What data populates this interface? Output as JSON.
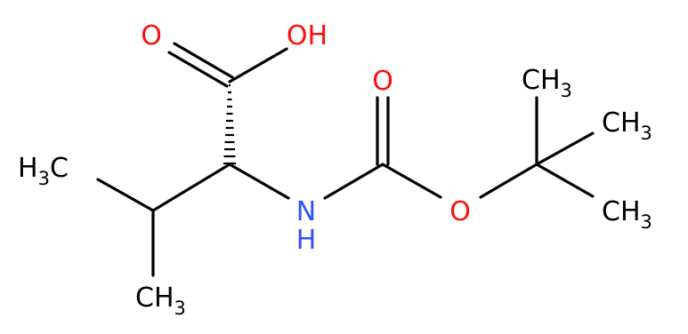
{
  "molecule": {
    "atoms": {
      "carbonyl_oxygen": "O",
      "hydroxyl": "OH",
      "boc_carbonyl_oxygen": "O",
      "amine_n": "N",
      "amine_h": "H",
      "ester_oxygen": "O",
      "methyl_left": {
        "main": "H",
        "sub": "3",
        "tail": "C"
      },
      "methyl_bottom": {
        "main": "CH",
        "sub": "3"
      },
      "methyl_top_right": {
        "main": "CH",
        "sub": "3"
      },
      "methyl_mid_right": {
        "main": "CH",
        "sub": "3"
      },
      "methyl_bot_right": {
        "main": "CH",
        "sub": "3"
      }
    },
    "colors": {
      "oxygen": "#ff0d0d",
      "nitrogen": "#3050f8",
      "carbon": "#000000",
      "bond": "#000000"
    }
  }
}
